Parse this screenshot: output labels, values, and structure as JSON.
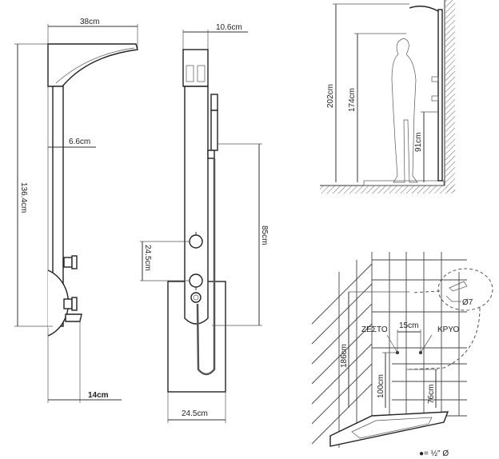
{
  "side_view": {
    "width_top": "38cm",
    "height_total": "136.4cm",
    "depth_column": "6.6cm",
    "depth_spout": "14cm"
  },
  "front_view": {
    "width_head": "10.6cm",
    "hose_height": "85cm",
    "knob_spacing": "24.5cm",
    "width_base": "24.5cm"
  },
  "install_view": {
    "height_head": "202cm",
    "height_person": "174cm",
    "height_outlet": "91cm"
  },
  "plumbing_view": {
    "hot_label": "ΖΕΣΤΟ",
    "cold_label": "ΚΡΥΟ",
    "pipe_spacing": "15cm",
    "height_upper": "186cm",
    "height_inlet": "100cm",
    "height_lower": "76cm",
    "fitting_diameter": "Ø7",
    "legend": "●= ½\" Ø"
  }
}
